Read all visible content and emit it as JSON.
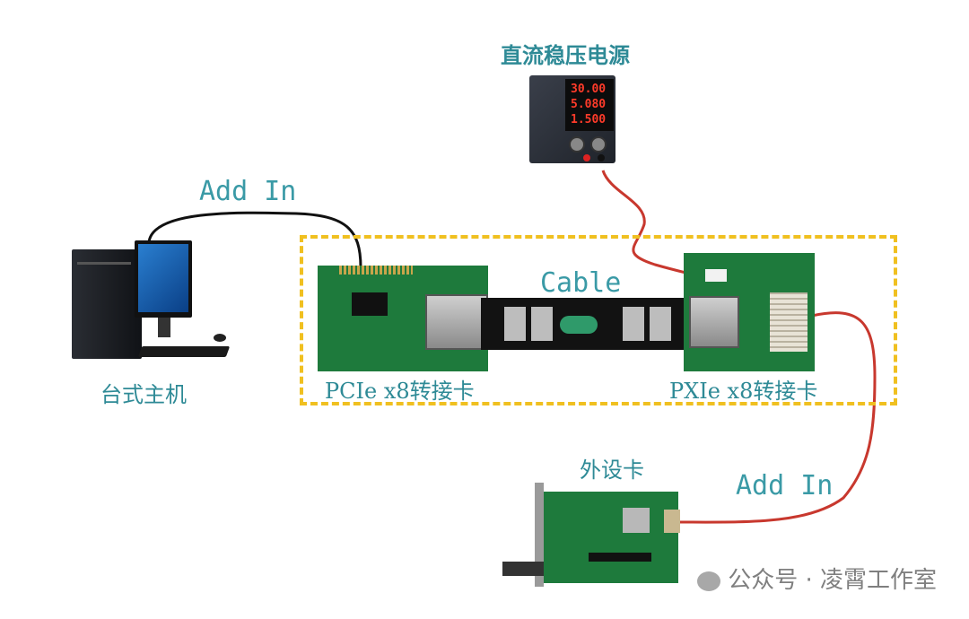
{
  "labels": {
    "power_supply": "直流稳压电源",
    "host": "台式主机",
    "pcie_card": "PCIe x8转接卡",
    "pxie_card": "PXIe x8转接卡",
    "peripheral": "外设卡",
    "cable": "Cable",
    "add_in_left": "Add In",
    "add_in_right": "Add In"
  },
  "power_display": [
    "30.00",
    "5.080",
    "1.500"
  ],
  "watermark": "公众号 · 凌霄工作室",
  "colors": {
    "label_text": "#3a9aa6",
    "dashed_box": "#f0c020",
    "red_cable": "#c8382e",
    "black_cable": "#111111",
    "pcb_green": "#1e7a3c"
  }
}
